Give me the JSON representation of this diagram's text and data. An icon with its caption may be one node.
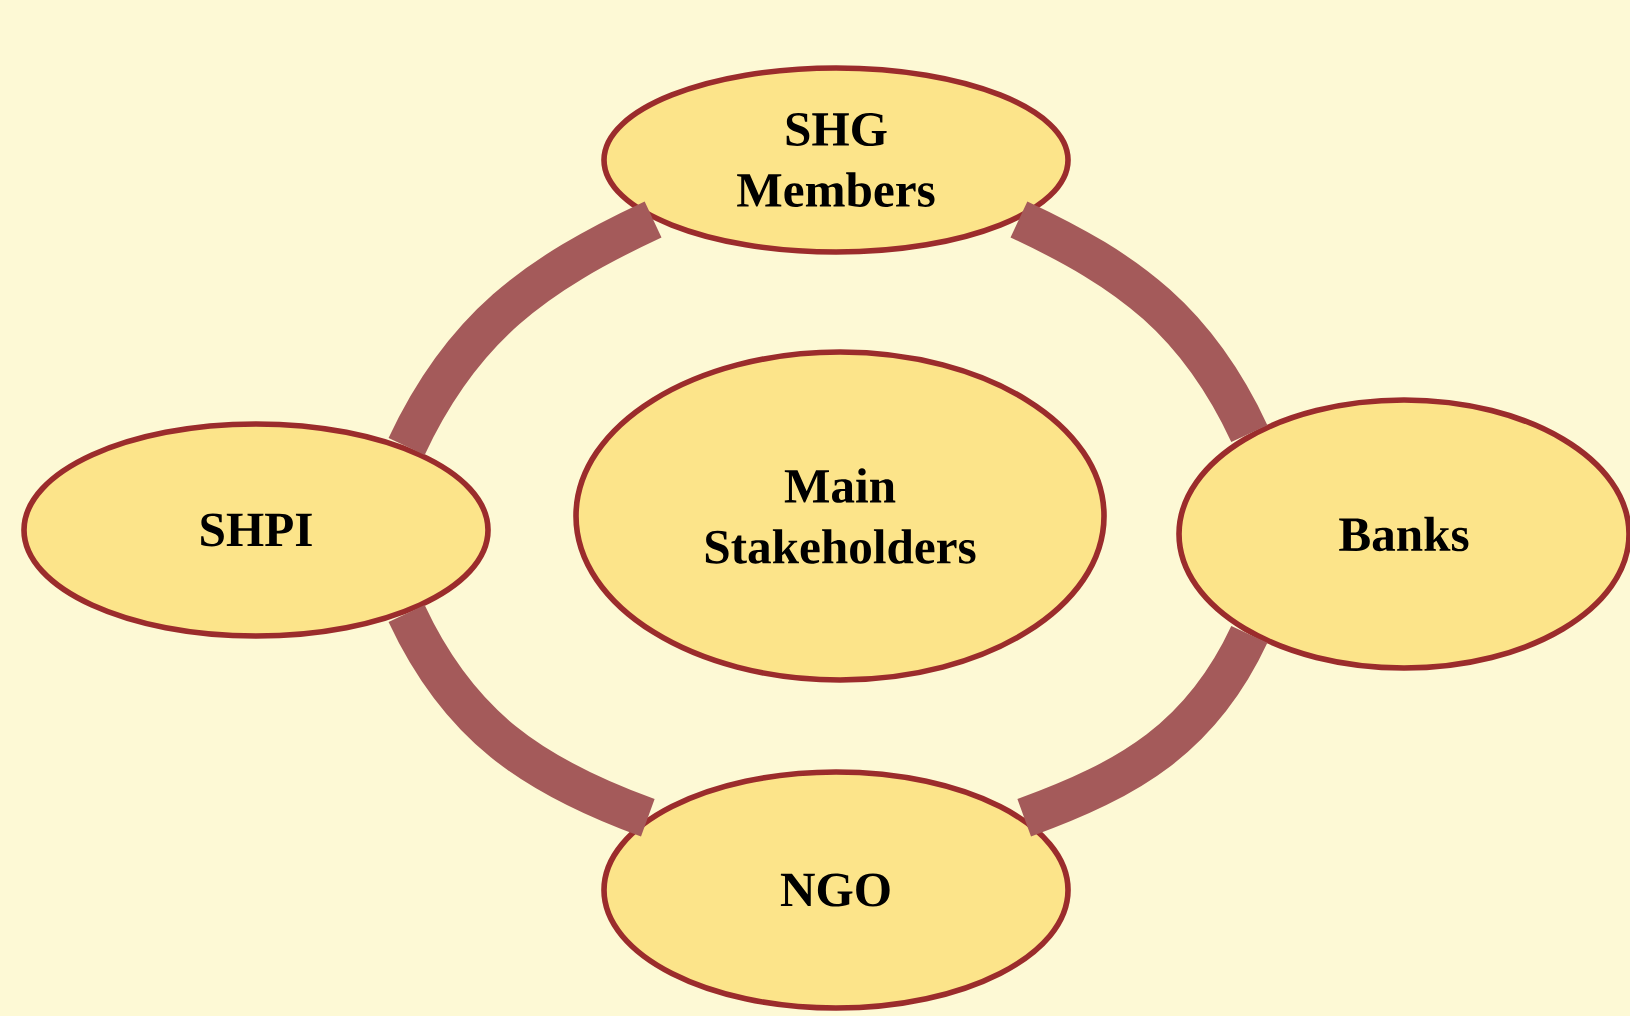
{
  "diagram": {
    "nodes": [
      {
        "text": [
          "SHG Members"
        ]
      },
      {
        "text": [
          "SHPI"
        ]
      },
      {
        "text": [
          "Main Stakeholders"
        ]
      },
      {
        "text": [
          "Banks"
        ]
      },
      {
        "text": [
          "NGO"
        ]
      }
    ],
    "edges": [
      {
        "from": 0,
        "to": 3,
        "arrow": "none"
      },
      {
        "from": 3,
        "to": 4,
        "arrow": "none"
      },
      {
        "from": 4,
        "to": 1,
        "arrow": "none"
      },
      {
        "from": 1,
        "to": 0,
        "arrow": "none"
      }
    ]
  }
}
